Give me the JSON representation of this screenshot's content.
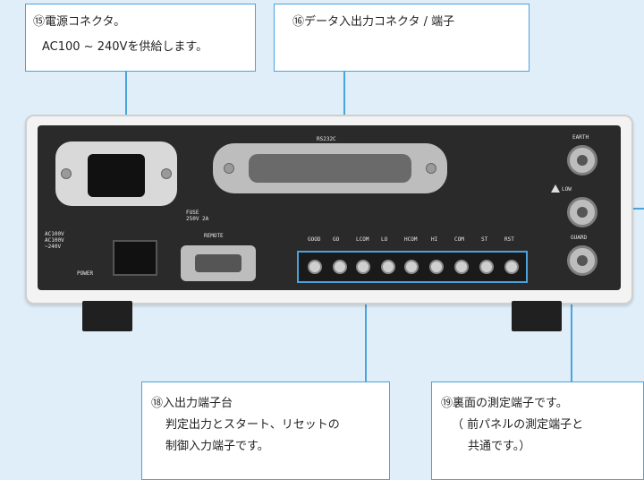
{
  "callouts": {
    "c15": {
      "title": "⑮電源コネクタ。",
      "line1": "AC100 ~ 240Vを供給します。"
    },
    "c16": {
      "title": "⑯データ入出力コネクタ / 端子"
    },
    "c18": {
      "title": "⑱入出力端子台",
      "line1": "判定出力とスタート、リセットの",
      "line2": "制御入力端子です。"
    },
    "c19": {
      "title": "⑲裏面の測定端子です。",
      "line1": "（ 前パネルの測定端子と",
      "line2": "共通です。）"
    }
  },
  "panel": {
    "gpib_label": "RS232C",
    "remote_label": "REMOTE",
    "power_label": "POWER",
    "ac_label": "AC100V\nAC100V\n~240V",
    "fuse_label": "FUSE\n250V 2A",
    "earth_label": "EARTH",
    "low_label": "LOW",
    "guard_label": "GUARD",
    "terminal_labels": [
      "GOOD",
      "GO",
      "LCOM",
      "LO",
      "HCOM",
      "HI",
      "COM",
      "ST",
      "RST"
    ]
  }
}
